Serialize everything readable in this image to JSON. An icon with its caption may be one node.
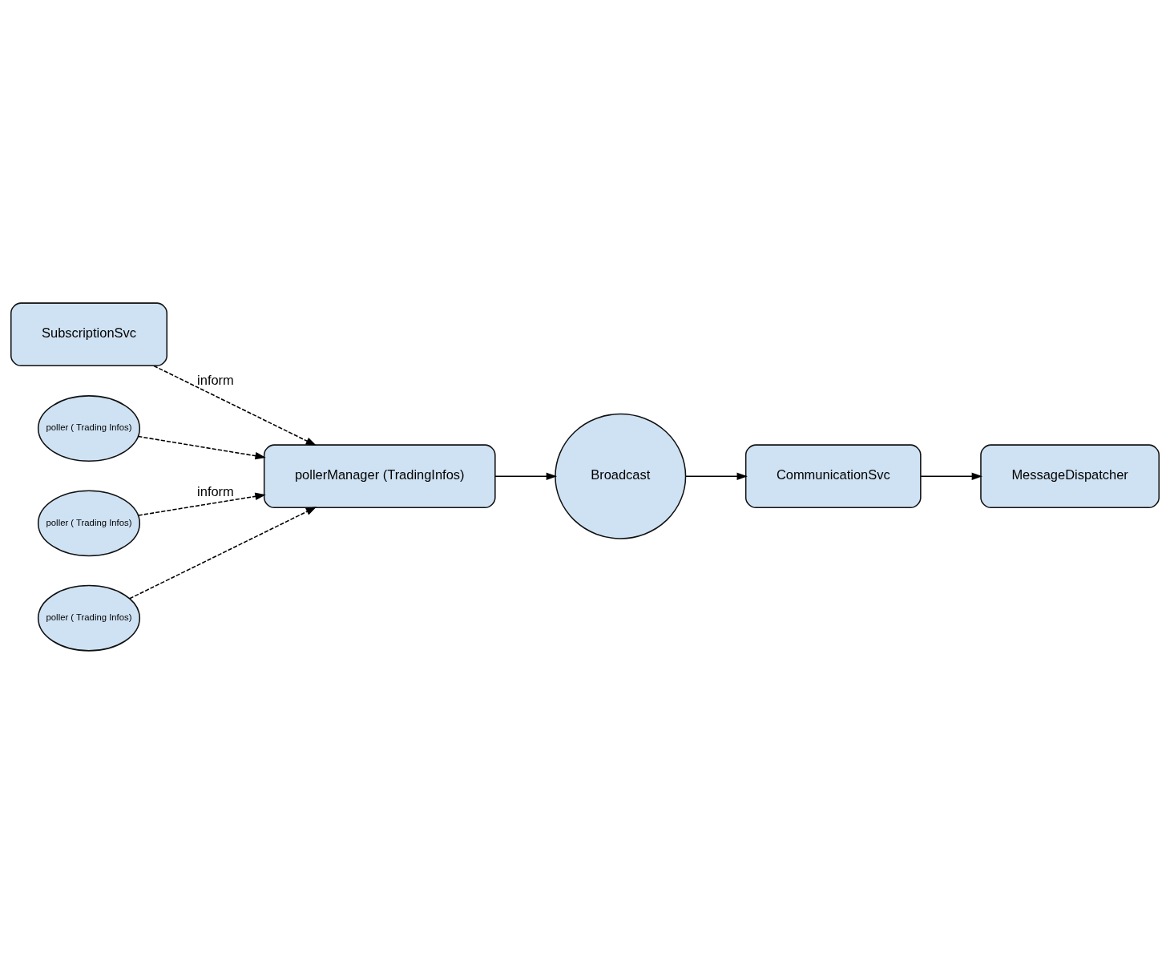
{
  "diagram": {
    "nodes": [
      {
        "text": [
          "SubscriptionSvc"
        ]
      },
      {
        "text": [
          "poller ( Trading Infos)"
        ]
      },
      {
        "text": [
          "poller ( Trading Infos)"
        ]
      },
      {
        "text": [
          "pollerManager (TradingInfos)"
        ]
      },
      {
        "text": [
          "poller ( Trading Infos)"
        ]
      },
      {
        "text": [
          "Broadcast"
        ]
      },
      {
        "text": [
          "CommunicationSvc"
        ]
      },
      {
        "text": [
          "MessageDispatcher"
        ]
      }
    ],
    "edges": [
      {
        "from": 1,
        "to": 3,
        "arrow": "to",
        "style": "dashed"
      },
      {
        "from": 2,
        "to": 3,
        "arrow": "to",
        "style": "dashed",
        "label": "inform"
      },
      {
        "from": 4,
        "to": 3,
        "arrow": "to",
        "style": "dashed"
      },
      {
        "from": 0,
        "to": 3,
        "arrow": "to",
        "style": "dashed",
        "label": "inform"
      },
      {
        "from": 3,
        "to": 5,
        "arrow": "to"
      },
      {
        "from": 5,
        "to": 6,
        "arrow": "to"
      },
      {
        "from": 6,
        "to": 7,
        "arrow": "to"
      }
    ]
  }
}
